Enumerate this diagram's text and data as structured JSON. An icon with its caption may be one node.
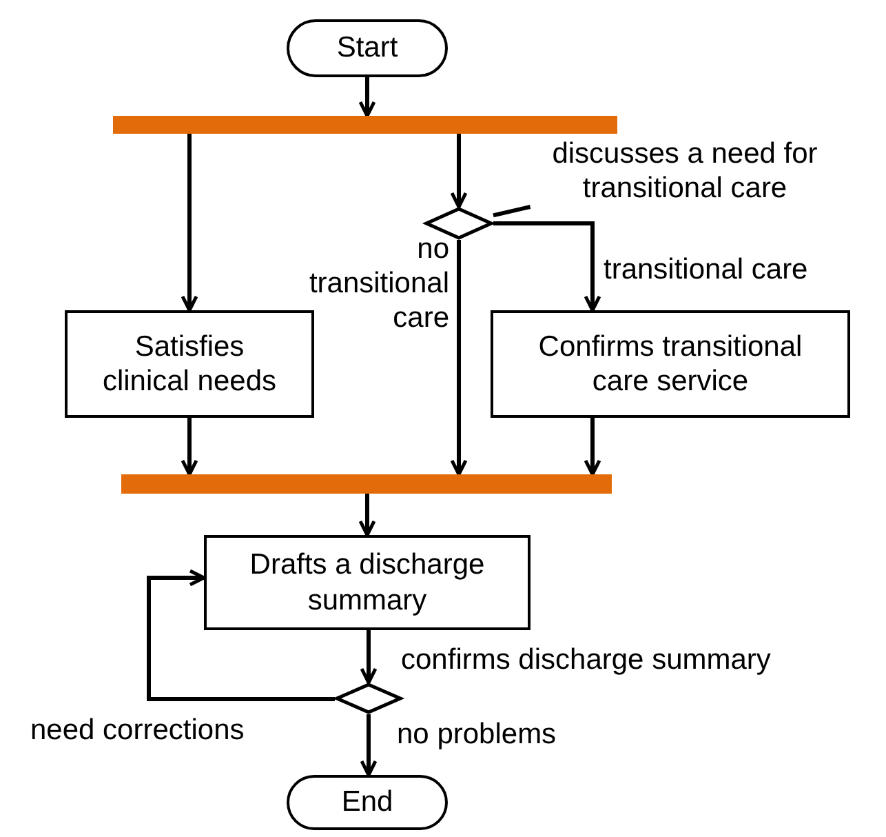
{
  "diagram": {
    "nodes": [
      {
        "text": [
          "Start"
        ]
      },
      {
        "text": [],
        "shape": "bar"
      },
      {
        "text": [
          "discusses a need for transitional care"
        ]
      },
      {
        "text": [],
        "shape": "diamond"
      },
      {
        "text": [
          "Satisfies clinical needs"
        ]
      },
      {
        "text": [
          "Confirms transitional care service"
        ]
      },
      {
        "text": [],
        "shape": "bar"
      },
      {
        "text": [
          "Drafts a discharge summary"
        ]
      },
      {
        "text": [],
        "shape": "diamond"
      },
      {
        "text": [
          "End"
        ]
      }
    ],
    "edges": [
      {
        "from": 0,
        "to": 1,
        "arrow": "to"
      },
      {
        "from": 1,
        "to": 4,
        "arrow": "to"
      },
      {
        "from": 1,
        "to": 3,
        "arrow": "to"
      },
      {
        "from": 3,
        "to": 5,
        "arrow": "to",
        "label": "transitional care"
      },
      {
        "from": 3,
        "to": 6,
        "arrow": "to",
        "label": "no transitional care"
      },
      {
        "from": 4,
        "to": 6,
        "arrow": "to"
      },
      {
        "from": 5,
        "to": 6,
        "arrow": "to"
      },
      {
        "from": 6,
        "to": 7,
        "arrow": "to"
      },
      {
        "from": 7,
        "to": 8,
        "arrow": "to",
        "label": "confirms discharge summary"
      },
      {
        "from": 8,
        "to": 7,
        "arrow": "to",
        "label": "need corrections"
      },
      {
        "from": 8,
        "to": 9,
        "arrow": "to",
        "label": "no problems"
      },
      {
        "from": 2,
        "to": 3,
        "arrow": "none"
      }
    ]
  }
}
